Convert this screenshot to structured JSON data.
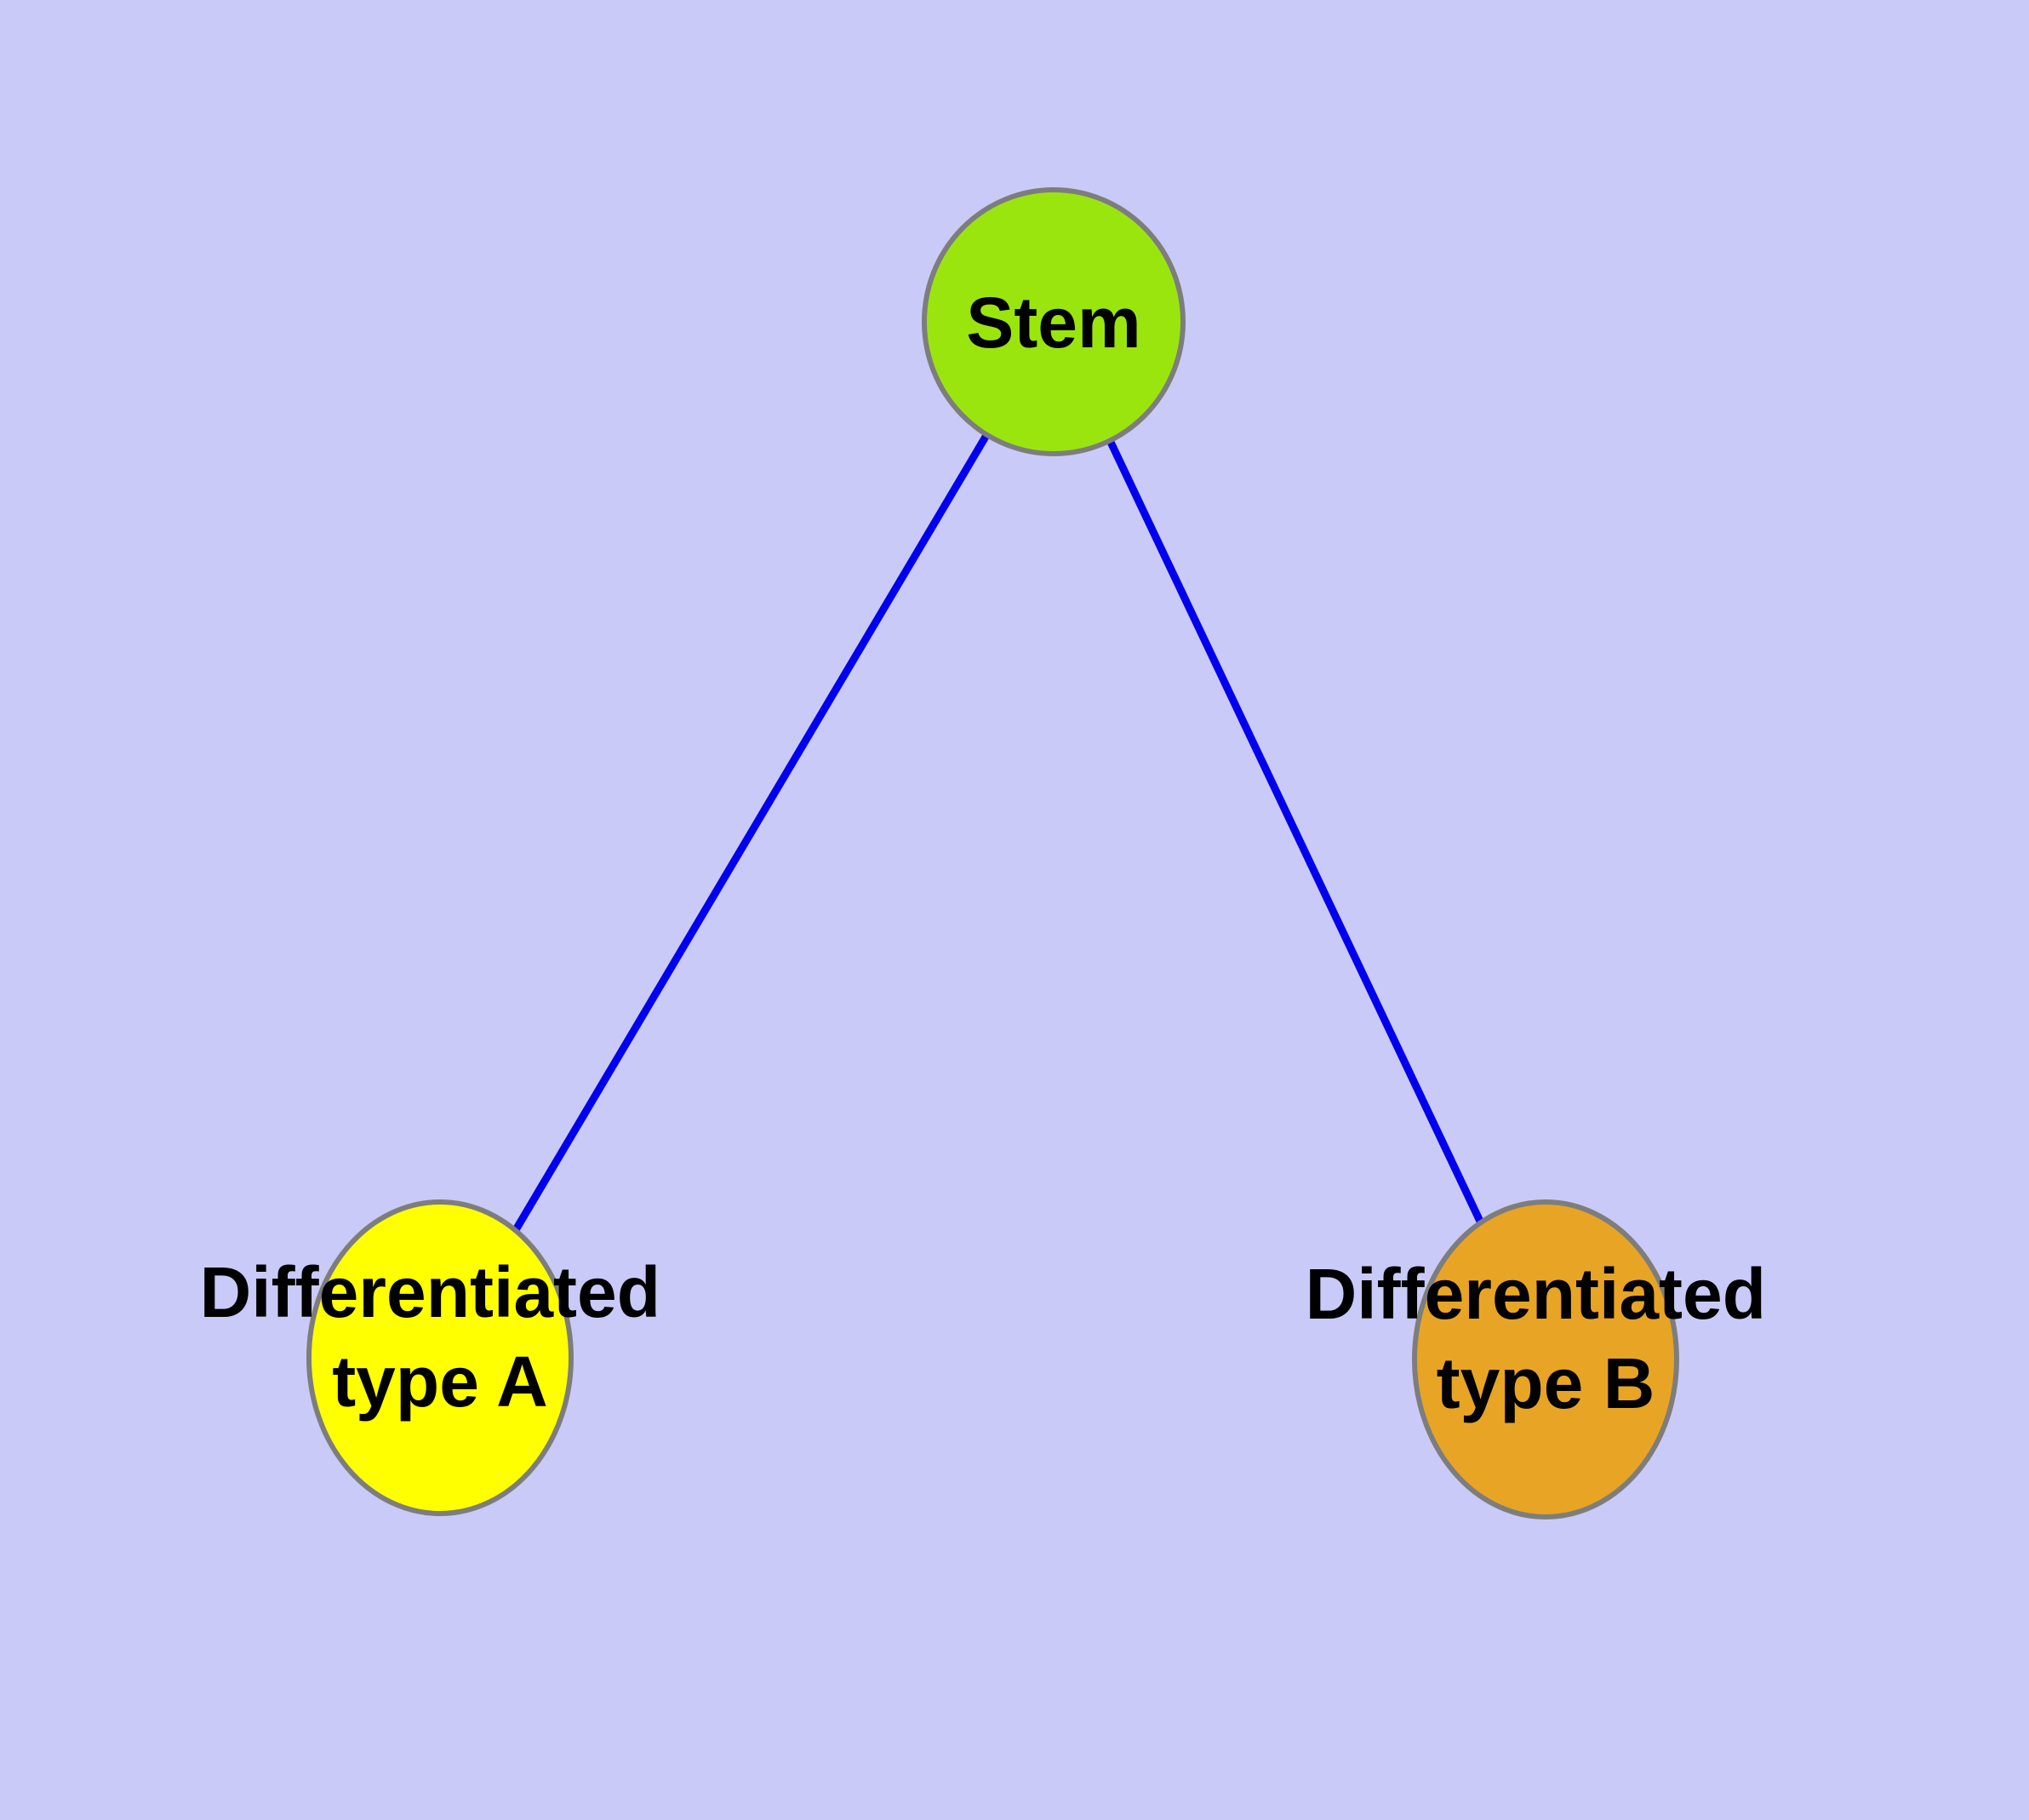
{
  "diagram": {
    "type": "graph",
    "description": "Cell differentiation diagram: a Stem cell node connected by two edges to two differentiated cell type nodes",
    "colors": {
      "background": "#CACAF8",
      "edge": "#0000EE",
      "node_border": "#7D7D7D",
      "label_text": "#000000"
    },
    "nodes": {
      "stem": {
        "label": "Stem",
        "fill": "#9BE50F"
      },
      "type_a": {
        "label": "Differentiated type A",
        "label_line1": "Differentiated",
        "label_line2": "type A",
        "fill": "#FFFF00"
      },
      "type_b": {
        "label": "Differentiated type B",
        "label_line1": "Differentiated",
        "label_line2": "type B",
        "fill": "#E8A425"
      }
    },
    "edges": [
      {
        "from": "Stem",
        "to": "Differentiated type A"
      },
      {
        "from": "Stem",
        "to": "Differentiated type B"
      }
    ]
  }
}
